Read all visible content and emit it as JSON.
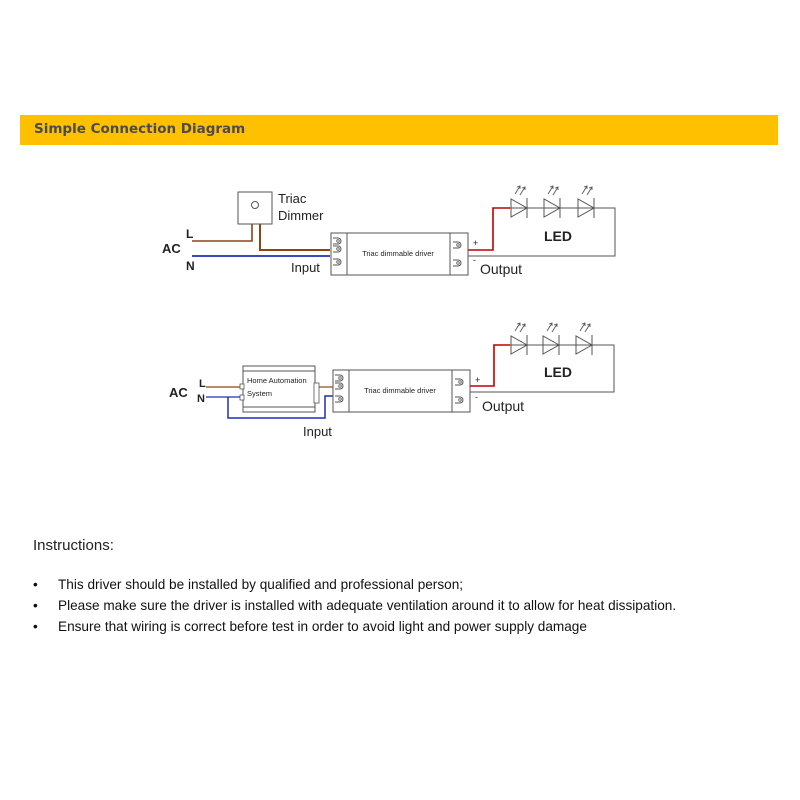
{
  "header": {
    "title": "Simple Connection Diagram"
  },
  "colors": {
    "header_bg": "#ffc000",
    "live_wire": "#8b4513",
    "neutral_wire": "#1f2fb5",
    "positive_wire": "#c00000",
    "line": "#555555"
  },
  "diagram1": {
    "ac_label": "AC",
    "l_label": "L",
    "n_label": "N",
    "dimmer_label_1": "Triac",
    "dimmer_label_2": "Dimmer",
    "driver_label": "Triac dimmable driver",
    "input_label": "Input",
    "output_label": "Output",
    "plus": "+",
    "minus": "-",
    "led_label": "LED"
  },
  "diagram2": {
    "ac_label": "AC",
    "l_label": "L",
    "n_label": "N",
    "automation_label_1": "Home Automation",
    "automation_label_2": "System",
    "driver_label": "Triac dimmable driver",
    "input_label": "Input",
    "output_label": "Output",
    "plus": "+",
    "minus": "-",
    "led_label": "LED"
  },
  "instructions": {
    "title": "Instructions:",
    "bullet": "•",
    "items": [
      "This driver should be installed by qualified and professional person;",
      "Please make sure the driver is installed with adequate ventilation around it to allow for heat dissipation.",
      "Ensure that wiring is correct before test in order to avoid light and power supply damage"
    ]
  }
}
